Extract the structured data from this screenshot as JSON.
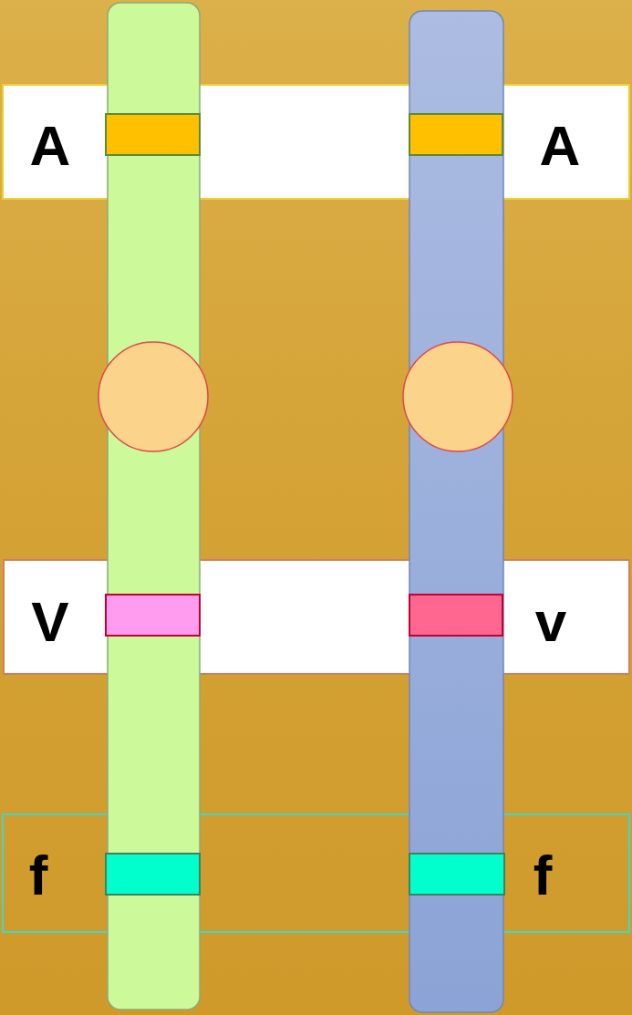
{
  "diagram": {
    "nodes": [
      {
        "text": [
          "A",
          "A"
        ]
      },
      {
        "text": [
          "V",
          "v"
        ]
      },
      {
        "text": [
          "f",
          "f"
        ]
      }
    ]
  }
}
